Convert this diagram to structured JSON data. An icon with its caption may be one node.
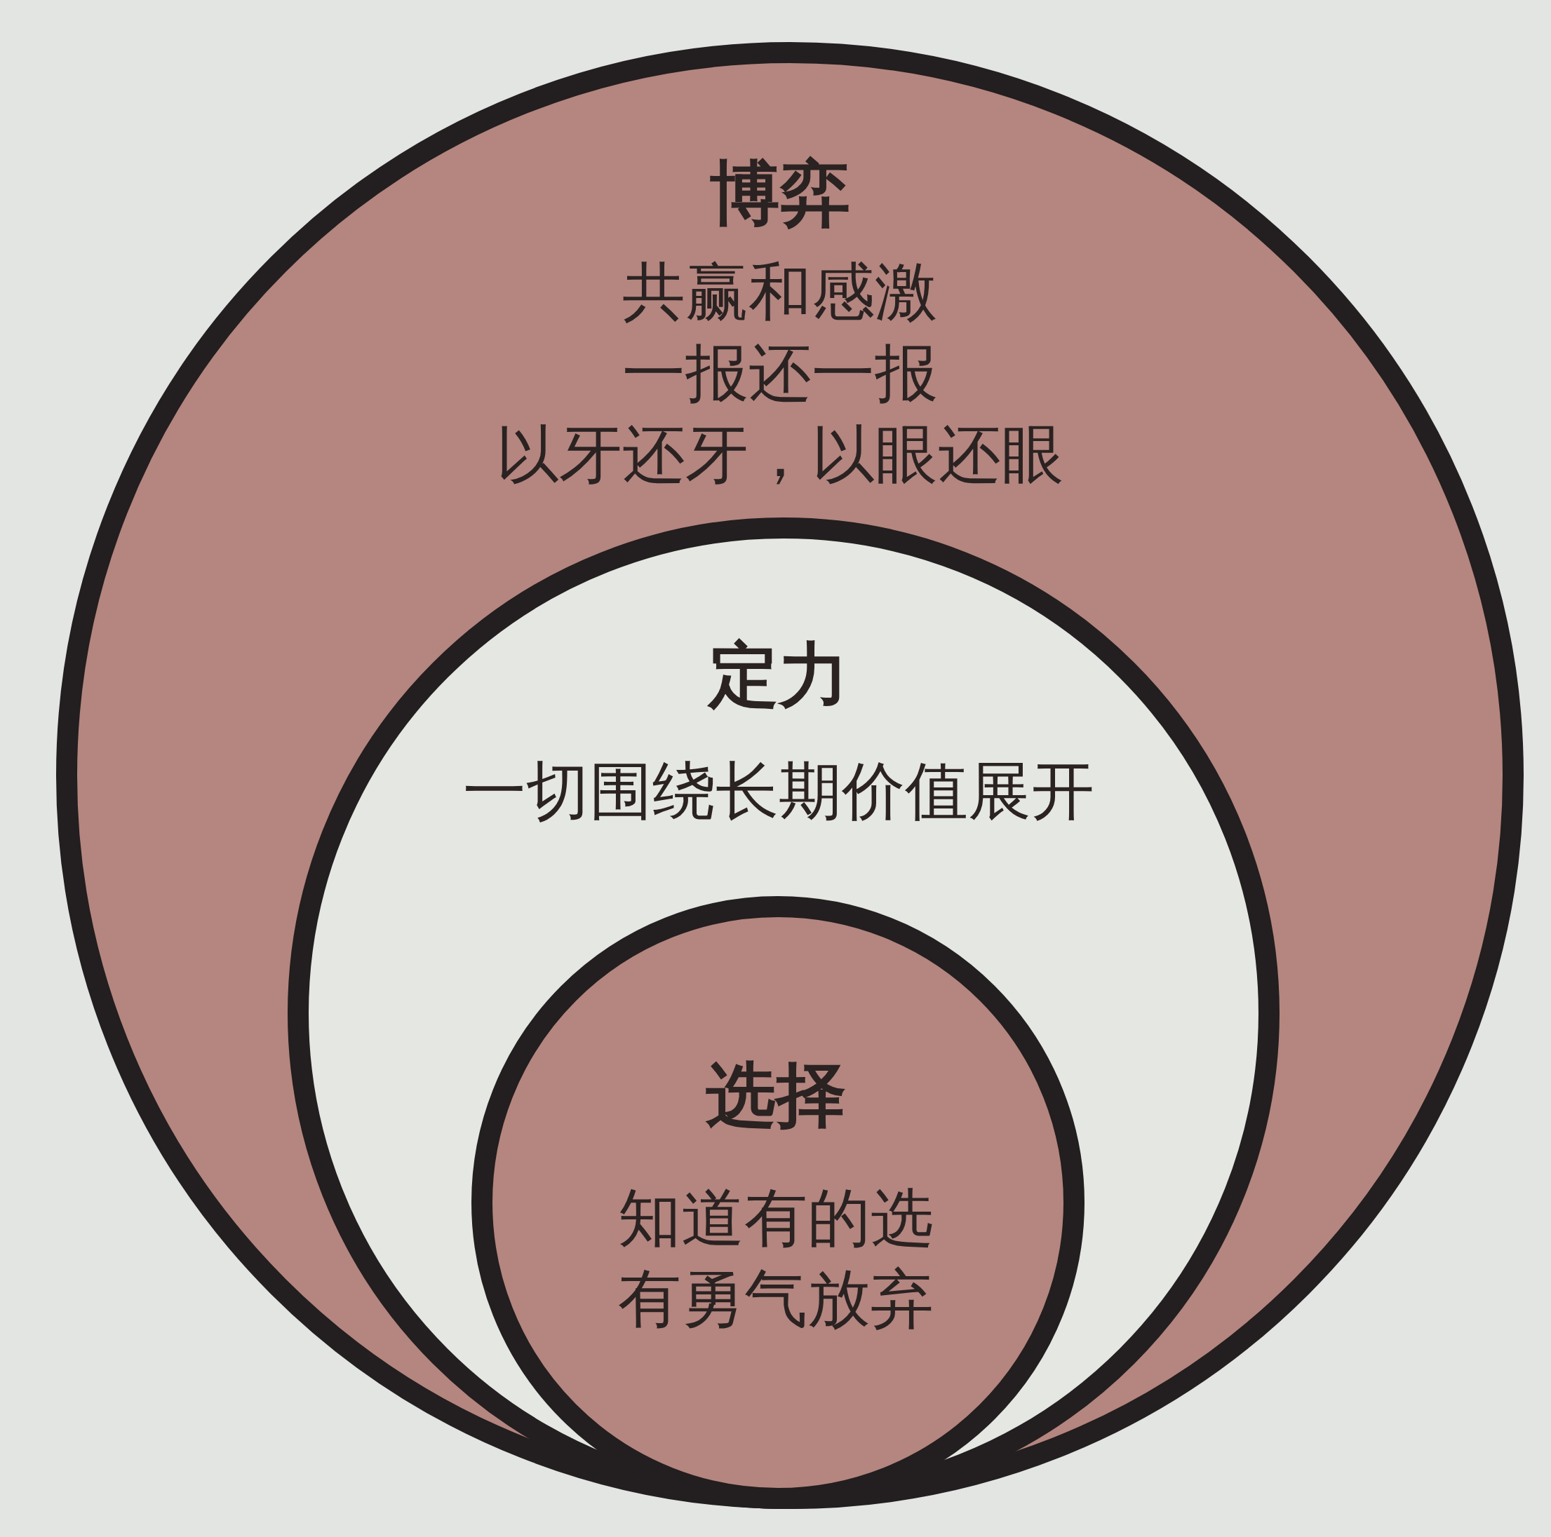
{
  "diagram": {
    "nodes": [
      {
        "text": [
          "博弈",
          "共赢和感激",
          "一报还一报",
          "以牙还牙，以眼还眼"
        ]
      },
      {
        "text": [
          "定力",
          "一切围绕长期价值展开"
        ],
        "in": 0
      },
      {
        "text": [
          "选择",
          "知道有的选",
          "有勇气放弃"
        ],
        "in": 1
      }
    ]
  }
}
